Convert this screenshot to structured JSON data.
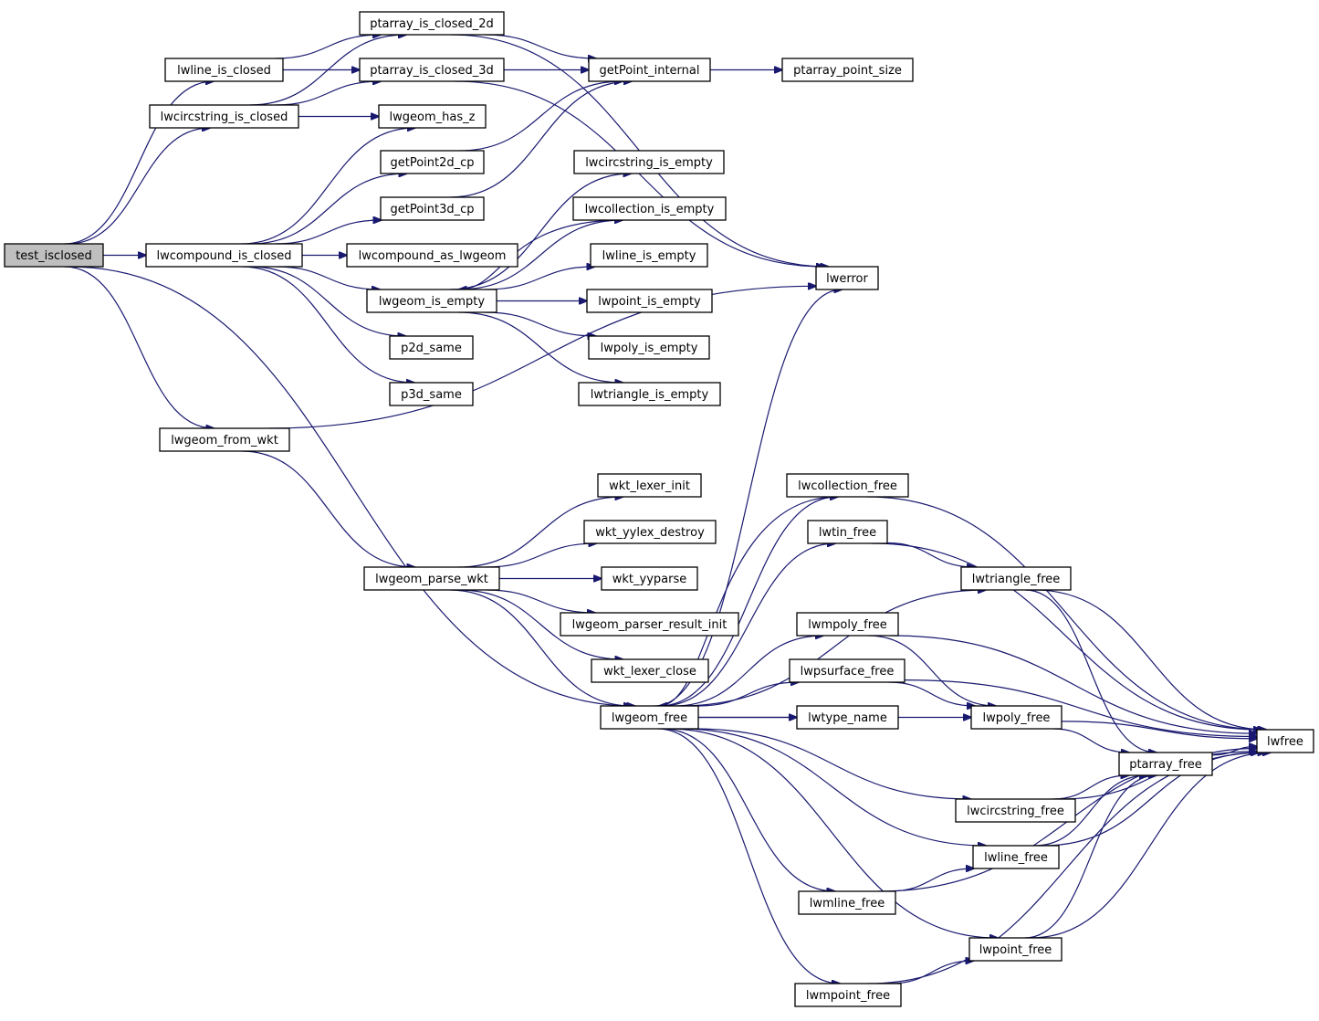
{
  "diagram": {
    "type": "call-graph",
    "root": "test_isclosed",
    "edge_color": "#191970",
    "root_fill": "#bfbfbf",
    "nodes": [
      {
        "id": "test_isclosed",
        "label": "test_isclosed"
      },
      {
        "id": "lwline_is_closed",
        "label": "lwline_is_closed"
      },
      {
        "id": "lwcircstring_is_closed",
        "label": "lwcircstring_is_closed"
      },
      {
        "id": "lwcompound_is_closed",
        "label": "lwcompound_is_closed"
      },
      {
        "id": "lwgeom_from_wkt",
        "label": "lwgeom_from_wkt"
      },
      {
        "id": "ptarray_is_closed_2d",
        "label": "ptarray_is_closed_2d"
      },
      {
        "id": "ptarray_is_closed_3d",
        "label": "ptarray_is_closed_3d"
      },
      {
        "id": "lwgeom_has_z",
        "label": "lwgeom_has_z"
      },
      {
        "id": "getPoint2d_cp",
        "label": "getPoint2d_cp"
      },
      {
        "id": "getPoint3d_cp",
        "label": "getPoint3d_cp"
      },
      {
        "id": "lwcompound_as_lwgeom",
        "label": "lwcompound_as_lwgeom"
      },
      {
        "id": "lwgeom_is_empty",
        "label": "lwgeom_is_empty"
      },
      {
        "id": "p2d_same",
        "label": "p2d_same"
      },
      {
        "id": "p3d_same",
        "label": "p3d_same"
      },
      {
        "id": "getPoint_internal",
        "label": "getPoint_internal"
      },
      {
        "id": "ptarray_point_size",
        "label": "ptarray_point_size"
      },
      {
        "id": "lwcircstring_is_empty",
        "label": "lwcircstring_is_empty"
      },
      {
        "id": "lwcollection_is_empty",
        "label": "lwcollection_is_empty"
      },
      {
        "id": "lwline_is_empty",
        "label": "lwline_is_empty"
      },
      {
        "id": "lwpoint_is_empty",
        "label": "lwpoint_is_empty"
      },
      {
        "id": "lwpoly_is_empty",
        "label": "lwpoly_is_empty"
      },
      {
        "id": "lwtriangle_is_empty",
        "label": "lwtriangle_is_empty"
      },
      {
        "id": "lwerror",
        "label": "lwerror"
      },
      {
        "id": "lwgeom_parse_wkt",
        "label": "lwgeom_parse_wkt"
      },
      {
        "id": "wkt_lexer_init",
        "label": "wkt_lexer_init"
      },
      {
        "id": "wkt_yylex_destroy",
        "label": "wkt_yylex_destroy"
      },
      {
        "id": "wkt_yyparse",
        "label": "wkt_yyparse"
      },
      {
        "id": "lwgeom_parser_result_init",
        "label": "lwgeom_parser_result_init"
      },
      {
        "id": "wkt_lexer_close",
        "label": "wkt_lexer_close"
      },
      {
        "id": "lwgeom_free",
        "label": "lwgeom_free"
      },
      {
        "id": "lwcollection_free",
        "label": "lwcollection_free"
      },
      {
        "id": "lwtin_free",
        "label": "lwtin_free"
      },
      {
        "id": "lwtriangle_free",
        "label": "lwtriangle_free"
      },
      {
        "id": "lwmpoly_free",
        "label": "lwmpoly_free"
      },
      {
        "id": "lwpsurface_free",
        "label": "lwpsurface_free"
      },
      {
        "id": "lwtype_name",
        "label": "lwtype_name"
      },
      {
        "id": "lwpoly_free",
        "label": "lwpoly_free"
      },
      {
        "id": "ptarray_free",
        "label": "ptarray_free"
      },
      {
        "id": "lwfree",
        "label": "lwfree"
      },
      {
        "id": "lwcircstring_free",
        "label": "lwcircstring_free"
      },
      {
        "id": "lwline_free",
        "label": "lwline_free"
      },
      {
        "id": "lwmline_free",
        "label": "lwmline_free"
      },
      {
        "id": "lwpoint_free",
        "label": "lwpoint_free"
      },
      {
        "id": "lwmpoint_free",
        "label": "lwmpoint_free"
      }
    ],
    "edges": [
      [
        "test_isclosed",
        "lwline_is_closed"
      ],
      [
        "test_isclosed",
        "lwcircstring_is_closed"
      ],
      [
        "test_isclosed",
        "lwcompound_is_closed"
      ],
      [
        "test_isclosed",
        "lwgeom_from_wkt"
      ],
      [
        "test_isclosed",
        "lwgeom_free"
      ],
      [
        "lwline_is_closed",
        "ptarray_is_closed_2d"
      ],
      [
        "lwline_is_closed",
        "ptarray_is_closed_3d"
      ],
      [
        "lwcircstring_is_closed",
        "ptarray_is_closed_2d"
      ],
      [
        "lwcircstring_is_closed",
        "ptarray_is_closed_3d"
      ],
      [
        "lwcircstring_is_closed",
        "lwgeom_has_z"
      ],
      [
        "lwcompound_is_closed",
        "lwgeom_has_z"
      ],
      [
        "lwcompound_is_closed",
        "getPoint2d_cp"
      ],
      [
        "lwcompound_is_closed",
        "getPoint3d_cp"
      ],
      [
        "lwcompound_is_closed",
        "lwcompound_as_lwgeom"
      ],
      [
        "lwcompound_is_closed",
        "lwgeom_is_empty"
      ],
      [
        "lwcompound_is_closed",
        "p2d_same"
      ],
      [
        "lwcompound_is_closed",
        "p3d_same"
      ],
      [
        "ptarray_is_closed_2d",
        "getPoint_internal"
      ],
      [
        "ptarray_is_closed_2d",
        "lwerror"
      ],
      [
        "ptarray_is_closed_3d",
        "getPoint_internal"
      ],
      [
        "ptarray_is_closed_3d",
        "lwerror"
      ],
      [
        "getPoint2d_cp",
        "getPoint_internal"
      ],
      [
        "getPoint3d_cp",
        "getPoint_internal"
      ],
      [
        "getPoint_internal",
        "ptarray_point_size"
      ],
      [
        "lwgeom_is_empty",
        "lwcircstring_is_empty"
      ],
      [
        "lwgeom_is_empty",
        "lwcollection_is_empty"
      ],
      [
        "lwgeom_is_empty",
        "lwline_is_empty"
      ],
      [
        "lwgeom_is_empty",
        "lwpoint_is_empty"
      ],
      [
        "lwgeom_is_empty",
        "lwpoly_is_empty"
      ],
      [
        "lwgeom_is_empty",
        "lwtriangle_is_empty"
      ],
      [
        "lwcollection_is_empty",
        "lwgeom_is_empty"
      ],
      [
        "lwgeom_from_wkt",
        "lwerror"
      ],
      [
        "lwgeom_from_wkt",
        "lwgeom_parse_wkt"
      ],
      [
        "lwgeom_parse_wkt",
        "wkt_lexer_init"
      ],
      [
        "lwgeom_parse_wkt",
        "wkt_yylex_destroy"
      ],
      [
        "lwgeom_parse_wkt",
        "wkt_yyparse"
      ],
      [
        "lwgeom_parse_wkt",
        "lwgeom_parser_result_init"
      ],
      [
        "lwgeom_parse_wkt",
        "wkt_lexer_close"
      ],
      [
        "lwgeom_parse_wkt",
        "lwgeom_free"
      ],
      [
        "lwgeom_free",
        "lwerror"
      ],
      [
        "lwgeom_free",
        "lwcollection_free"
      ],
      [
        "lwgeom_free",
        "lwtin_free"
      ],
      [
        "lwgeom_free",
        "lwtriangle_free"
      ],
      [
        "lwgeom_free",
        "lwmpoly_free"
      ],
      [
        "lwgeom_free",
        "lwpsurface_free"
      ],
      [
        "lwgeom_free",
        "lwtype_name"
      ],
      [
        "lwgeom_free",
        "lwpoly_free"
      ],
      [
        "lwgeom_free",
        "lwcircstring_free"
      ],
      [
        "lwgeom_free",
        "lwline_free"
      ],
      [
        "lwgeom_free",
        "lwmline_free"
      ],
      [
        "lwgeom_free",
        "lwpoint_free"
      ],
      [
        "lwgeom_free",
        "lwmpoint_free"
      ],
      [
        "lwcollection_free",
        "lwgeom_free"
      ],
      [
        "lwcollection_free",
        "lwfree"
      ],
      [
        "lwtin_free",
        "lwtriangle_free"
      ],
      [
        "lwtin_free",
        "lwfree"
      ],
      [
        "lwtriangle_free",
        "ptarray_free"
      ],
      [
        "lwtriangle_free",
        "lwfree"
      ],
      [
        "lwmpoly_free",
        "lwpoly_free"
      ],
      [
        "lwmpoly_free",
        "lwfree"
      ],
      [
        "lwpsurface_free",
        "lwpoly_free"
      ],
      [
        "lwpsurface_free",
        "lwfree"
      ],
      [
        "lwpoly_free",
        "ptarray_free"
      ],
      [
        "lwpoly_free",
        "lwfree"
      ],
      [
        "ptarray_free",
        "lwfree"
      ],
      [
        "lwcircstring_free",
        "ptarray_free"
      ],
      [
        "lwcircstring_free",
        "lwfree"
      ],
      [
        "lwline_free",
        "ptarray_free"
      ],
      [
        "lwline_free",
        "lwfree"
      ],
      [
        "lwmline_free",
        "lwline_free"
      ],
      [
        "lwmline_free",
        "lwfree"
      ],
      [
        "lwpoint_free",
        "ptarray_free"
      ],
      [
        "lwpoint_free",
        "lwfree"
      ],
      [
        "lwmpoint_free",
        "lwpoint_free"
      ],
      [
        "lwmpoint_free",
        "lwfree"
      ]
    ]
  }
}
